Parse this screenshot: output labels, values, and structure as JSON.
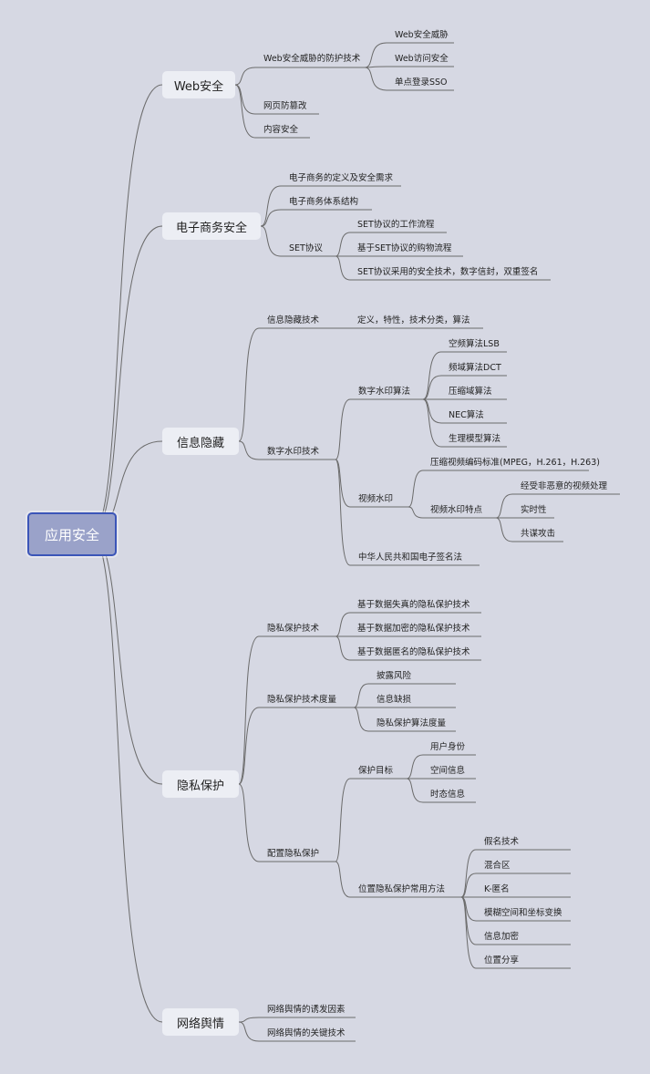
{
  "root": {
    "label": "应用安全"
  },
  "branches": {
    "web": {
      "label": "Web安全",
      "defense": {
        "label": "Web安全威胁的防护技术",
        "items": [
          "Web安全威胁",
          "Web访问安全",
          "单点登录SSO"
        ]
      },
      "tamper": "网页防篡改",
      "content": "内容安全"
    },
    "ecommerce": {
      "label": "电子商务安全",
      "definition": "电子商务的定义及安全需求",
      "architecture": "电子商务体系结构",
      "set": {
        "label": "SET协议",
        "items": [
          "SET协议的工作流程",
          "基于SET协议的购物流程",
          "SET协议采用的安全技术，数字信封，双重签名"
        ]
      }
    },
    "hiding": {
      "label": "信息隐藏",
      "tech": {
        "label": "信息隐藏技术",
        "detail": "定义，特性，技术分类，算法"
      },
      "watermark": {
        "label": "数字水印技术",
        "algorithms": {
          "label": "数字水印算法",
          "items": [
            "空频算法LSB",
            "频域算法DCT",
            "压缩域算法",
            "NEC算法",
            "生理模型算法"
          ]
        },
        "video": {
          "label": "视频水印",
          "standard": "压缩视频编码标准(MPEG，H.261，H.263)",
          "features": {
            "label": "视频水印特点",
            "items": [
              "经受非恶意的视频处理",
              "实时性",
              "共谋攻击"
            ]
          }
        },
        "law": "中华人民共和国电子签名法"
      }
    },
    "privacy": {
      "label": "隐私保护",
      "tech": {
        "label": "隐私保护技术",
        "items": [
          "基于数据失真的隐私保护技术",
          "基于数据加密的隐私保护技术",
          "基于数据匿名的隐私保护技术"
        ]
      },
      "measure": {
        "label": "隐私保护技术度量",
        "items": [
          "披露风险",
          "信息缺损",
          "隐私保护算法度量"
        ]
      },
      "location": {
        "label": "配置隐私保护",
        "target": {
          "label": "保护目标",
          "items": [
            "用户身份",
            "空间信息",
            "时态信息"
          ]
        },
        "methods": {
          "label": "位置隐私保护常用方法",
          "items": [
            "假名技术",
            "混合区",
            "K-匿名",
            "模糊空间和坐标变换",
            "信息加密",
            "位置分享"
          ]
        }
      }
    },
    "opinion": {
      "label": "网络舆情",
      "items": [
        "网络舆情的诱发因素",
        "网络舆情的关键技术"
      ]
    }
  },
  "colors": {
    "background": "#d6d8e3",
    "link": "#6b6b6b",
    "root_fill": "#9aa2c9",
    "root_border": "#3b55b8",
    "branch_fill": "#eceef4"
  }
}
